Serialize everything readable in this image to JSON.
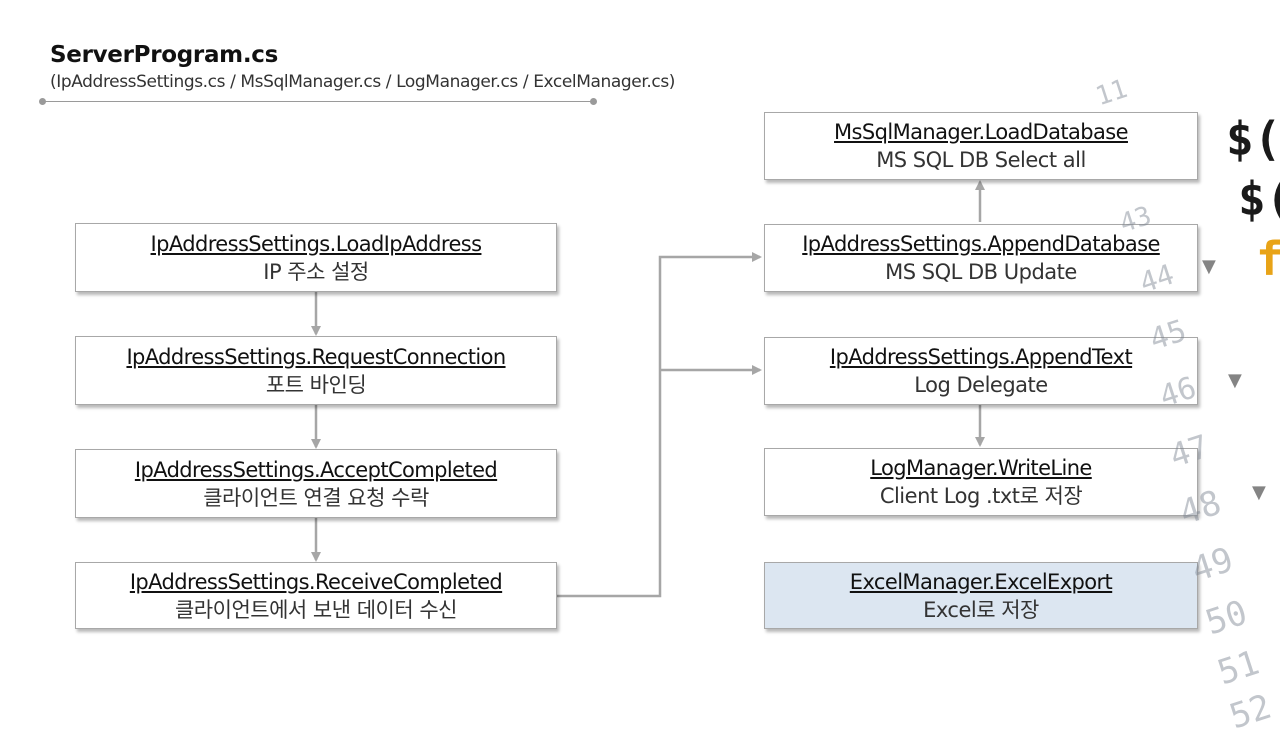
{
  "header": {
    "title": "ServerProgram.cs",
    "subtitle": "(IpAddressSettings.cs / MsSqlManager.cs / LogManager.cs / ExcelManager.cs)"
  },
  "nodes": {
    "load_ip": {
      "title": "IpAddressSettings.LoadIpAddress",
      "desc": "IP 주소 설정"
    },
    "request_connection": {
      "title": "IpAddressSettings.RequestConnection",
      "desc": "포트 바인딩"
    },
    "accept_completed": {
      "title": "IpAddressSettings.AcceptCompleted",
      "desc": "클라이언트 연결 요청 수락"
    },
    "receive_completed": {
      "title": "IpAddressSettings.ReceiveCompleted",
      "desc": "클라이언트에서 보낸 데이터 수신"
    },
    "load_database": {
      "title": "MsSqlManager.LoadDatabase",
      "desc": "MS SQL DB Select all"
    },
    "append_database": {
      "title": "IpAddressSettings.AppendDatabase",
      "desc": "MS SQL DB Update"
    },
    "append_text": {
      "title": "IpAddressSettings.AppendText",
      "desc": "Log Delegate"
    },
    "write_line": {
      "title": "LogManager.WriteLine",
      "desc": "Client Log .txt로 저장"
    },
    "excel_export": {
      "title": "ExcelManager.ExcelExport",
      "desc": "Excel로 저장"
    }
  },
  "background_decor": {
    "code_glyphs": [
      "$(",
      "$(",
      "f"
    ],
    "line_numbers": [
      "11",
      "43",
      "44",
      "45",
      "46",
      "47",
      "48",
      "49",
      "50",
      "51",
      "52"
    ]
  },
  "colors": {
    "highlight_fill": "#dce6f1",
    "connector": "#a6a6a6",
    "box_border": "#a8a8a8",
    "accent_code": "#e8a317"
  }
}
